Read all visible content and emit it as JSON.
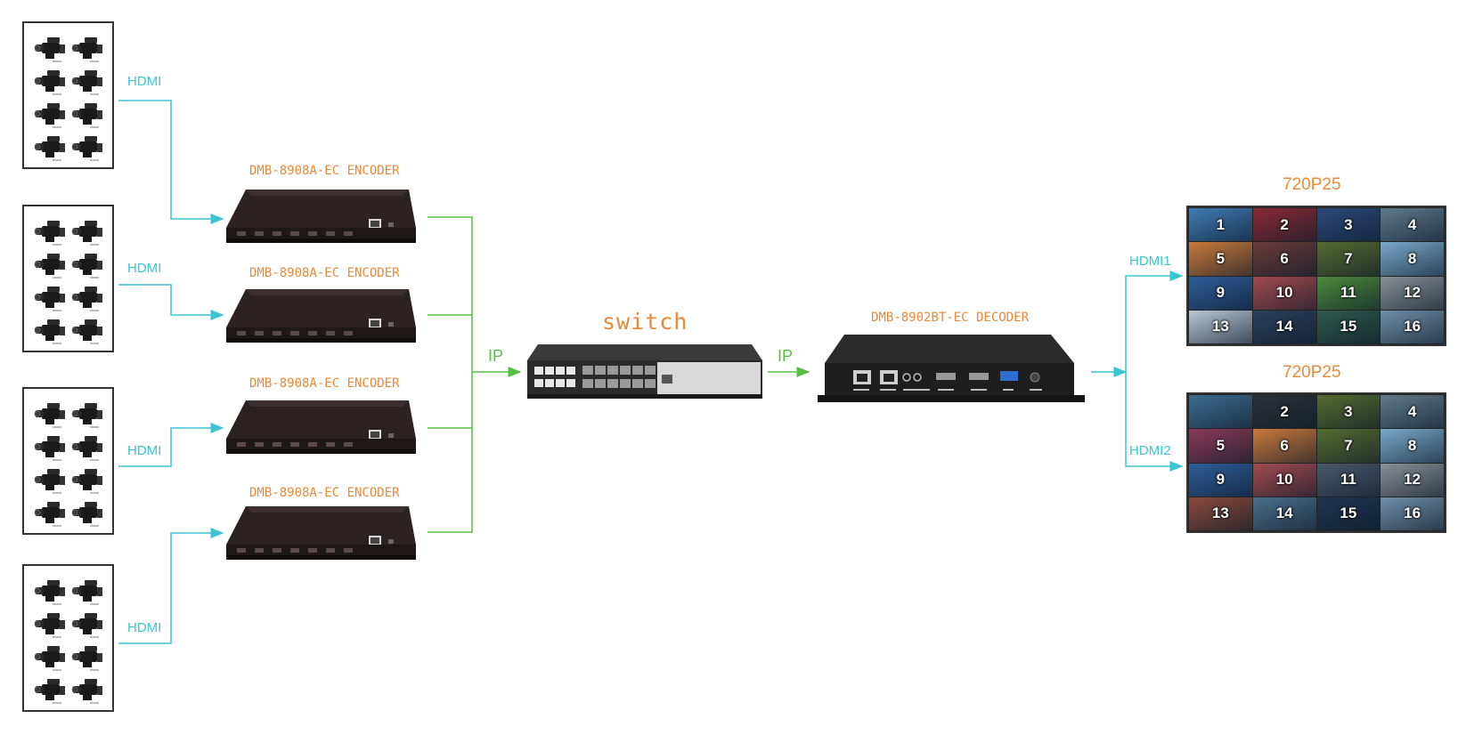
{
  "labels": {
    "hdmi": "HDMI",
    "ip": "IP",
    "encoder": "DMB-8908A-EC ENCODER",
    "switch": "switch",
    "decoder": "DMB-8902BT-EC DECODER",
    "hdmi1": "HDMI1",
    "hdmi2": "HDMI2",
    "resolution": "720P25"
  },
  "monitors": [
    {
      "tiles": [
        {
          "label": "1",
          "color": "#3f7bb3"
        },
        {
          "label": "2",
          "color": "#8a2a35"
        },
        {
          "label": "3",
          "color": "#2c4a7a"
        },
        {
          "label": "4",
          "color": "#5f7a8c"
        },
        {
          "label": "5",
          "color": "#c9793a"
        },
        {
          "label": "6",
          "color": "#6a3b3a"
        },
        {
          "label": "7",
          "color": "#556b2f"
        },
        {
          "label": "8",
          "color": "#7aa9c9"
        },
        {
          "label": "9",
          "color": "#2f5d9a"
        },
        {
          "label": "10",
          "color": "#a34a4f"
        },
        {
          "label": "11",
          "color": "#4c8a3a"
        },
        {
          "label": "12",
          "color": "#8a8f96"
        },
        {
          "label": "13",
          "color": "#b9c8d6"
        },
        {
          "label": "14",
          "color": "#2b3f5c"
        },
        {
          "label": "15",
          "color": "#2e5a4a"
        },
        {
          "label": "16",
          "color": "#6f8fa8"
        }
      ]
    },
    {
      "tiles": [
        {
          "label": "",
          "color": "#3d6d8f"
        },
        {
          "label": "2",
          "color": "#2d3138"
        },
        {
          "label": "3",
          "color": "#556b2f"
        },
        {
          "label": "4",
          "color": "#5f7a8c"
        },
        {
          "label": "5",
          "color": "#8a3a55"
        },
        {
          "label": "6",
          "color": "#c9793a"
        },
        {
          "label": "7",
          "color": "#556b2f"
        },
        {
          "label": "8",
          "color": "#7aa9c9"
        },
        {
          "label": "9",
          "color": "#2f5d9a"
        },
        {
          "label": "10",
          "color": "#a34a4f"
        },
        {
          "label": "11",
          "color": "#4a5a6a"
        },
        {
          "label": "12",
          "color": "#8a8f96"
        },
        {
          "label": "13",
          "color": "#8a4a3a"
        },
        {
          "label": "14",
          "color": "#4a6f8a"
        },
        {
          "label": "15",
          "color": "#1e3550"
        },
        {
          "label": "16",
          "color": "#6f8fa8"
        }
      ]
    }
  ],
  "colors": {
    "hdmi_line": "#3cc4d0",
    "ip_line": "#55c040",
    "orange": "#e8893a"
  }
}
